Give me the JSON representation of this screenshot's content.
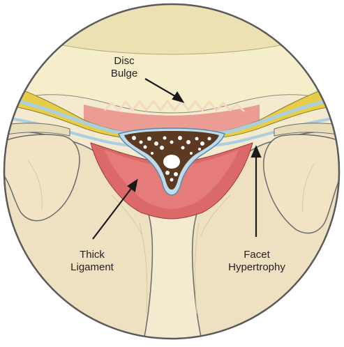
{
  "labels": {
    "disc_bulge": [
      "Disc",
      "Bulge"
    ],
    "thick_ligament": [
      "Thick",
      "Ligament"
    ],
    "facet_hypertrophy": [
      "Facet",
      "Hypertrophy"
    ]
  },
  "colors": {
    "outline": "#5a5a5a",
    "disc": "#f4ecc4",
    "disc_top": "#efe5b8",
    "bone": "#eee2c6",
    "bone_shadow": "#d9c9a4",
    "ligament_red": "#de6b6a",
    "bulge_red": "#e88a86",
    "dura_blue": "#a8cde0",
    "fat_yellow": "#e8cf4a",
    "canal_dark": "#5c3a22",
    "nerve_white": "#ffffff",
    "arrow": "#1a1a1a"
  }
}
